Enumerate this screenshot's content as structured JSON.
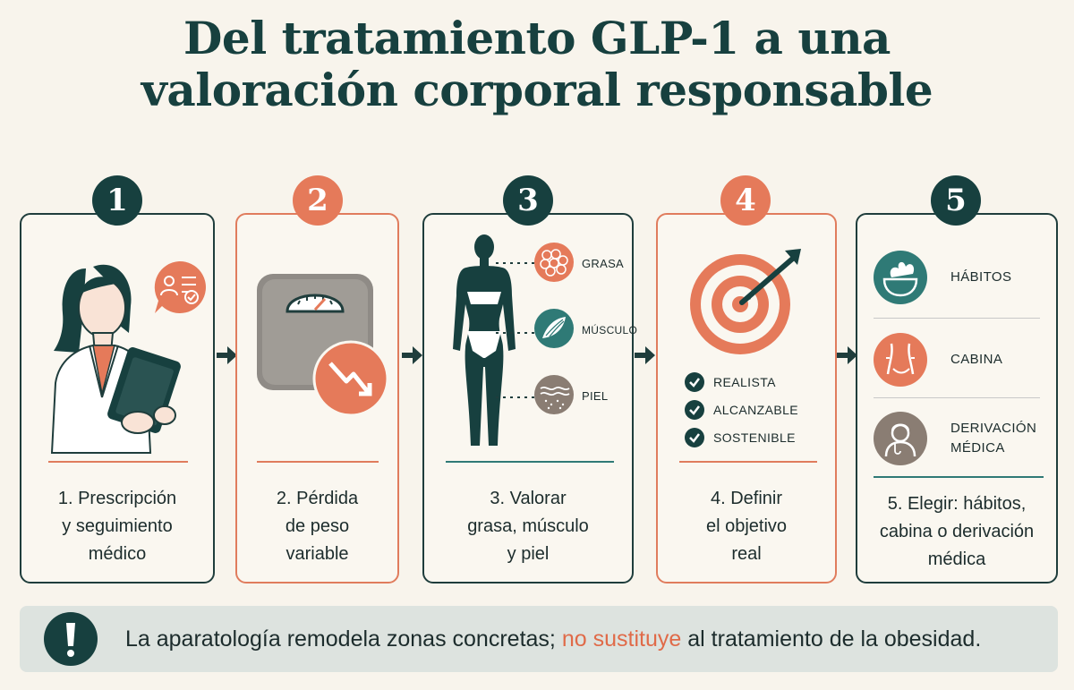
{
  "title": {
    "line1": "Del tratamiento GLP-1 a una",
    "line2": "valoración corporal responsable"
  },
  "steps": [
    {
      "number": "1",
      "caption": [
        "1. Prescripción",
        "y seguimiento",
        "médico"
      ]
    },
    {
      "number": "2",
      "caption": [
        "2. Pérdida",
        "de peso",
        "variable"
      ]
    },
    {
      "number": "3",
      "caption": [
        "3. Valorar",
        "grasa, músculo",
        "y piel"
      ],
      "labels": {
        "fat": "GRASA",
        "muscle": "MÚSCULO",
        "skin": "PIEL"
      }
    },
    {
      "number": "4",
      "caption": [
        "4. Definir",
        "el objetivo",
        "real"
      ],
      "checks": [
        "REALISTA",
        "ALCANZABLE",
        "SOSTENIBLE"
      ]
    },
    {
      "number": "5",
      "caption": [
        "5. Elegir: hábitos,",
        "cabina o derivación",
        "médica"
      ],
      "options": [
        "HÁBITOS",
        "CABINA",
        "DERIVACIÓN",
        "MÉDICA"
      ]
    }
  ],
  "warning": {
    "before": "La aparatología remodela zonas concretas;",
    "highlight": "no sustituye",
    "after": "al tratamiento de la obesidad."
  },
  "colors": {
    "dark": "#17403f",
    "orange": "#e57a5a",
    "teal": "#2f7a76",
    "taupe": "#8a7d73",
    "background": "#f8f4ec"
  },
  "icons": [
    "doctor-icon",
    "profile-check-icon",
    "scale-icon",
    "down-trend-icon",
    "body-silhouette-icon",
    "fat-cells-icon",
    "muscle-icon",
    "skin-layers-icon",
    "target-icon",
    "check-icon",
    "salad-bowl-icon",
    "waist-icon",
    "doctor-avatar-icon",
    "arrow-right-icon",
    "exclamation-icon"
  ]
}
